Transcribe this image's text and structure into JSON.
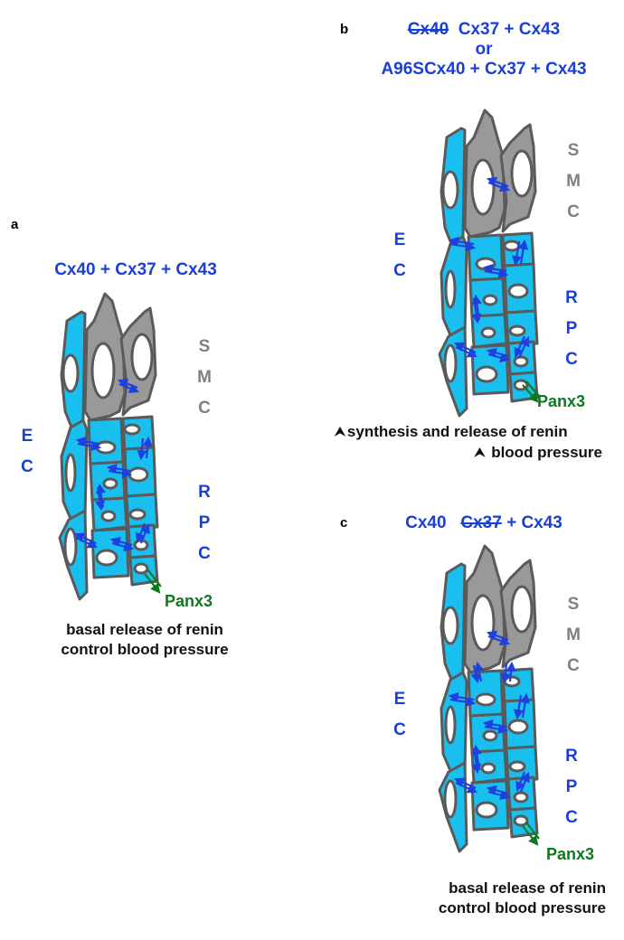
{
  "colors": {
    "endothelial": "#19bfee",
    "smooth_muscle": "#999999",
    "outline": "#5a5a5a",
    "title_blue": "#1a3fd6",
    "panx_green": "#0b7a1e",
    "smc_label_gray": "#808080"
  },
  "panels": [
    {
      "id": "a",
      "label": "a",
      "title": [
        {
          "text": "Cx40 + Cx37 + Cx43",
          "struck": false
        }
      ],
      "labels": {
        "smc": [
          "S",
          "M",
          "C"
        ],
        "ec": [
          "E",
          "C"
        ],
        "rpc": [
          "R",
          "P",
          "C"
        ],
        "panx": "Panx3"
      },
      "caption": [
        "basal release of renin",
        "control blood pressure"
      ],
      "caption_arrows": false
    },
    {
      "id": "b",
      "label": "b",
      "title_line1_struck": "Cx40",
      "title_line1_rest": "Cx37 + Cx43",
      "title_line2": "or",
      "title_line3": "A96SCx40 + Cx37 + Cx43",
      "labels": {
        "smc": [
          "S",
          "M",
          "C"
        ],
        "ec": [
          "E",
          "C"
        ],
        "rpc": [
          "R",
          "P",
          "C"
        ],
        "panx": "Panx3"
      },
      "caption": [
        "synthesis and release of renin",
        "blood pressure"
      ],
      "caption_arrows": true,
      "caption_arrow_icon": "up-arrow"
    },
    {
      "id": "c",
      "label": "c",
      "title_part1": "Cx40",
      "title_struck": "Cx37",
      "title_part3": "+ Cx43",
      "labels": {
        "smc": [
          "S",
          "M",
          "C"
        ],
        "ec": [
          "E",
          "C"
        ],
        "rpc": [
          "R",
          "P",
          "C"
        ],
        "panx": "Panx3"
      },
      "caption": [
        "basal release of renin",
        "control blood pressure"
      ],
      "caption_arrows": false
    }
  ]
}
